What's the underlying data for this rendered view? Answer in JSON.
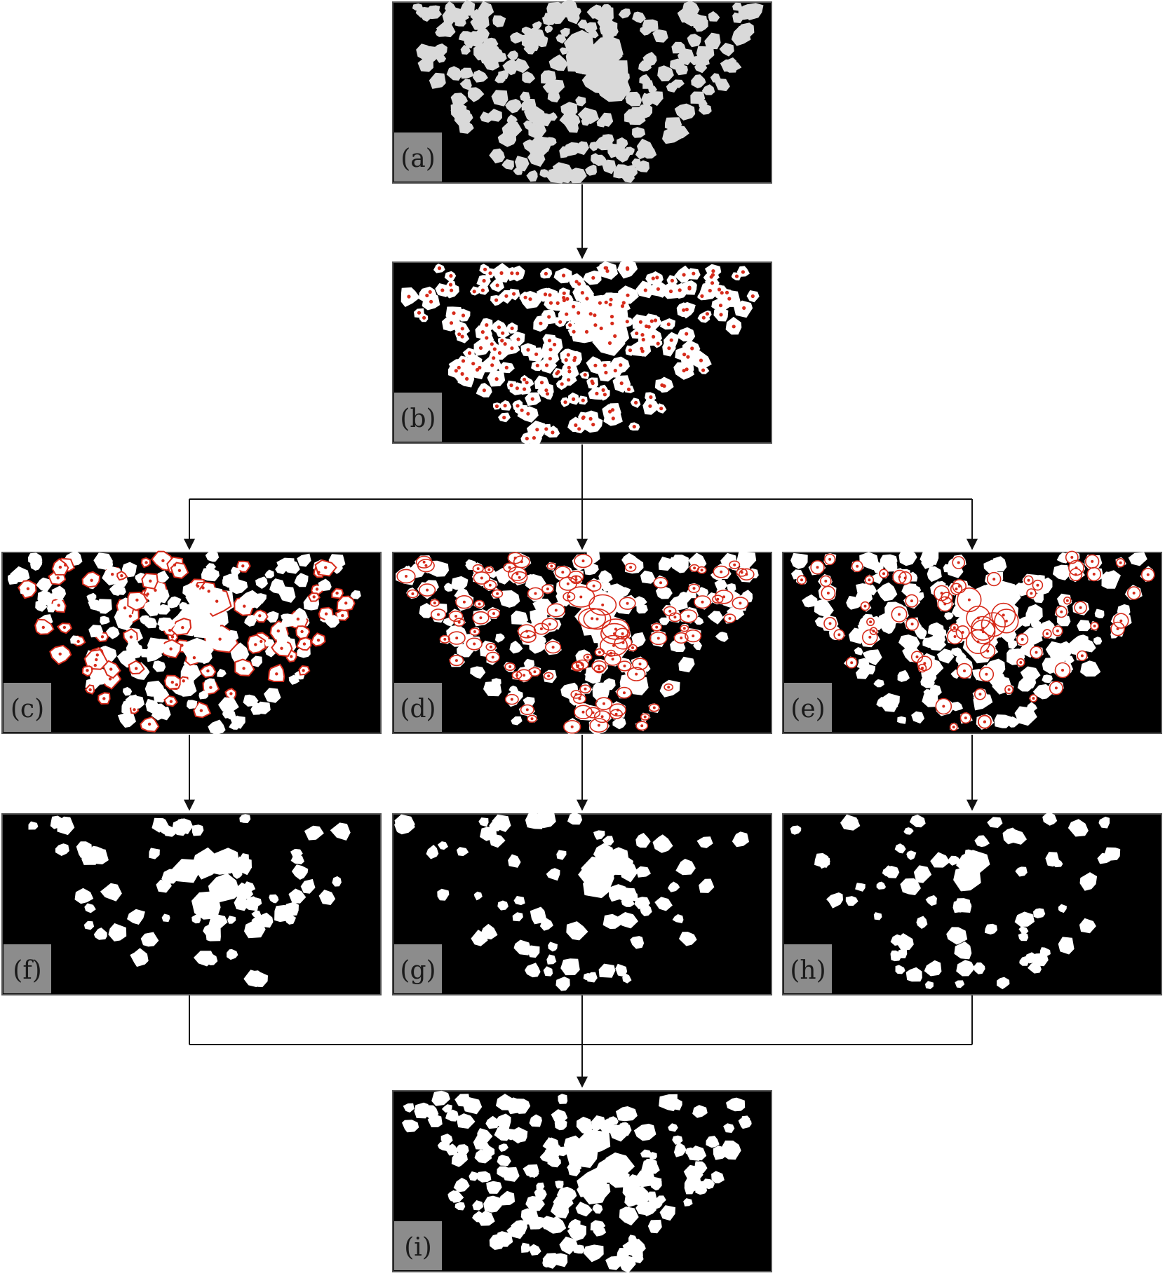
{
  "panels": [
    {
      "id": "a",
      "label": "(a)",
      "kind": "photo",
      "markers": "none"
    },
    {
      "id": "b",
      "label": "(b)",
      "kind": "vshape",
      "markers": "dots"
    },
    {
      "id": "c",
      "label": "(c)",
      "kind": "vshape",
      "markers": "outlines"
    },
    {
      "id": "d",
      "label": "(d)",
      "kind": "vshape",
      "markers": "ellipses"
    },
    {
      "id": "e",
      "label": "(e)",
      "kind": "vshape",
      "markers": "circles"
    },
    {
      "id": "f",
      "label": "(f)",
      "kind": "selection",
      "markers": "none"
    },
    {
      "id": "g",
      "label": "(g)",
      "kind": "selection",
      "markers": "none"
    },
    {
      "id": "h",
      "label": "(h)",
      "kind": "selection",
      "markers": "none"
    },
    {
      "id": "i",
      "label": "(i)",
      "kind": "merged",
      "markers": "none"
    }
  ],
  "colors": {
    "background": "#000000",
    "particle": "#ffffff",
    "photo_particle": "#d9d9d9",
    "marker": "#d62a1a",
    "label_box": "#8c8c8c",
    "arrow": "#111111"
  }
}
